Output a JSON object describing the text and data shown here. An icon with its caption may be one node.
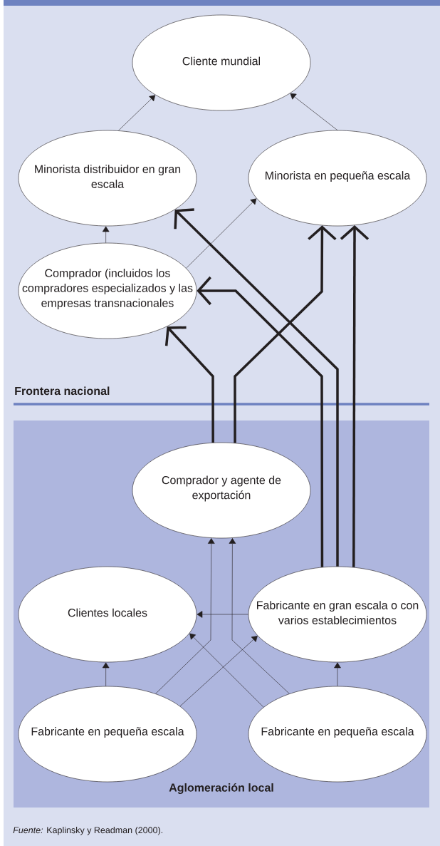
{
  "diagram": {
    "nodes": [
      {
        "text": [
          "Cliente mundial"
        ]
      },
      {
        "text": [
          "Minorista distribuidor en gran escala"
        ]
      },
      {
        "text": [
          "Minorista en pequeña escala"
        ]
      },
      {
        "text": [
          "Comprador (incluidos los compradores especializados y las empresas transnacionales"
        ]
      },
      {
        "text": [
          "Aglomeración local"
        ]
      },
      {
        "text": [
          "Comprador y agente de exportación"
        ],
        "in": 4
      },
      {
        "text": [
          "Clientes locales"
        ],
        "in": 4
      },
      {
        "text": [
          "Fabricante en gran escala o con varios establecimientos"
        ],
        "in": 4
      },
      {
        "text": [
          "Fabricante en pequeña escala"
        ],
        "in": 4
      },
      {
        "text": [
          "Fabricante en pequeña escala"
        ],
        "in": 4
      }
    ],
    "edges": [
      {
        "from": 1,
        "to": 0,
        "arrow": "to"
      },
      {
        "from": 2,
        "to": 0,
        "arrow": "to"
      },
      {
        "from": 3,
        "to": 1,
        "arrow": "to"
      },
      {
        "from": 3,
        "to": 2,
        "arrow": "to"
      },
      {
        "from": 5,
        "to": 3,
        "arrow": "to",
        "style": "thick"
      },
      {
        "from": 5,
        "to": 2,
        "arrow": "to",
        "style": "thick"
      },
      {
        "from": 7,
        "to": 3,
        "arrow": "to",
        "style": "thick"
      },
      {
        "from": 7,
        "to": 1,
        "arrow": "to",
        "style": "thick"
      },
      {
        "from": 7,
        "to": 2,
        "arrow": "to",
        "style": "thick"
      },
      {
        "from": 7,
        "to": 6,
        "arrow": "to"
      },
      {
        "from": 8,
        "to": 6,
        "arrow": "to"
      },
      {
        "from": 9,
        "to": 7,
        "arrow": "to"
      },
      {
        "from": 8,
        "to": 5,
        "arrow": "to"
      },
      {
        "from": 9,
        "to": 5,
        "arrow": "to"
      },
      {
        "from": 8,
        "to": 7,
        "arrow": "to"
      },
      {
        "from": 9,
        "to": 6,
        "arrow": "to"
      }
    ],
    "labels": [
      "Frontera nacional",
      "*Fuente:* Kaplinsky y Readman (2000)."
    ]
  }
}
